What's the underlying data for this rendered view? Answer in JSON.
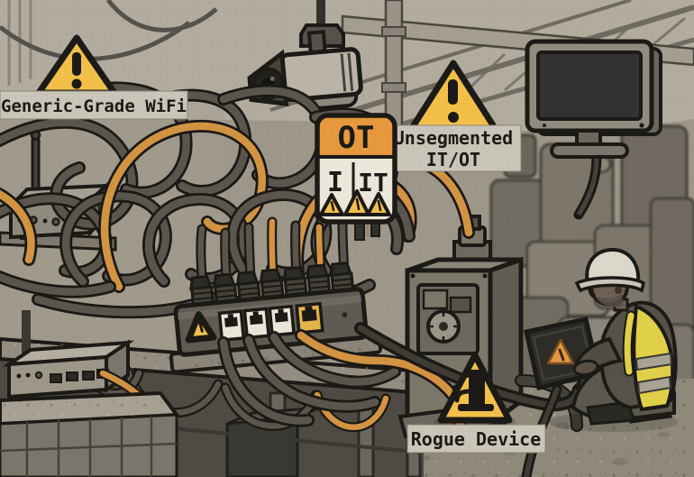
{
  "labels": {
    "wifi": "Generic-Grade WiFi",
    "unsegmented_line1": "Unsegmented",
    "unsegmented_line2": "IT/OT",
    "rogue_device": "Rogue Device"
  },
  "ot_sign": {
    "header": "OT",
    "cell_left": "I",
    "cell_right": "IT"
  },
  "icons": {
    "warning-triangle-icon": "⚠",
    "laptop-warning-icon": "⚠",
    "rogue-device-icon": "pump-silhouette",
    "camera-icon": "cctv-bullet-camera",
    "monitor-icon": "desktop-monitor"
  },
  "colors": {
    "ink": "#1c1a16",
    "warning-yellow": "#f2c049",
    "sign-orange": "#e6983d",
    "sign-body": "#ebe7da",
    "cable-orange": "#d29343",
    "cable-gray": "#5a564e",
    "label-bg": "#c9c5b8",
    "vest-yellow": "#e0cf48",
    "hat-white": "#dbd7cb",
    "skin": "#6e6154",
    "bg-ceiling": "#b2ac9f",
    "bg-mid": "#9d978a",
    "floor": "#8f897b",
    "screen-dark": "#343230"
  }
}
